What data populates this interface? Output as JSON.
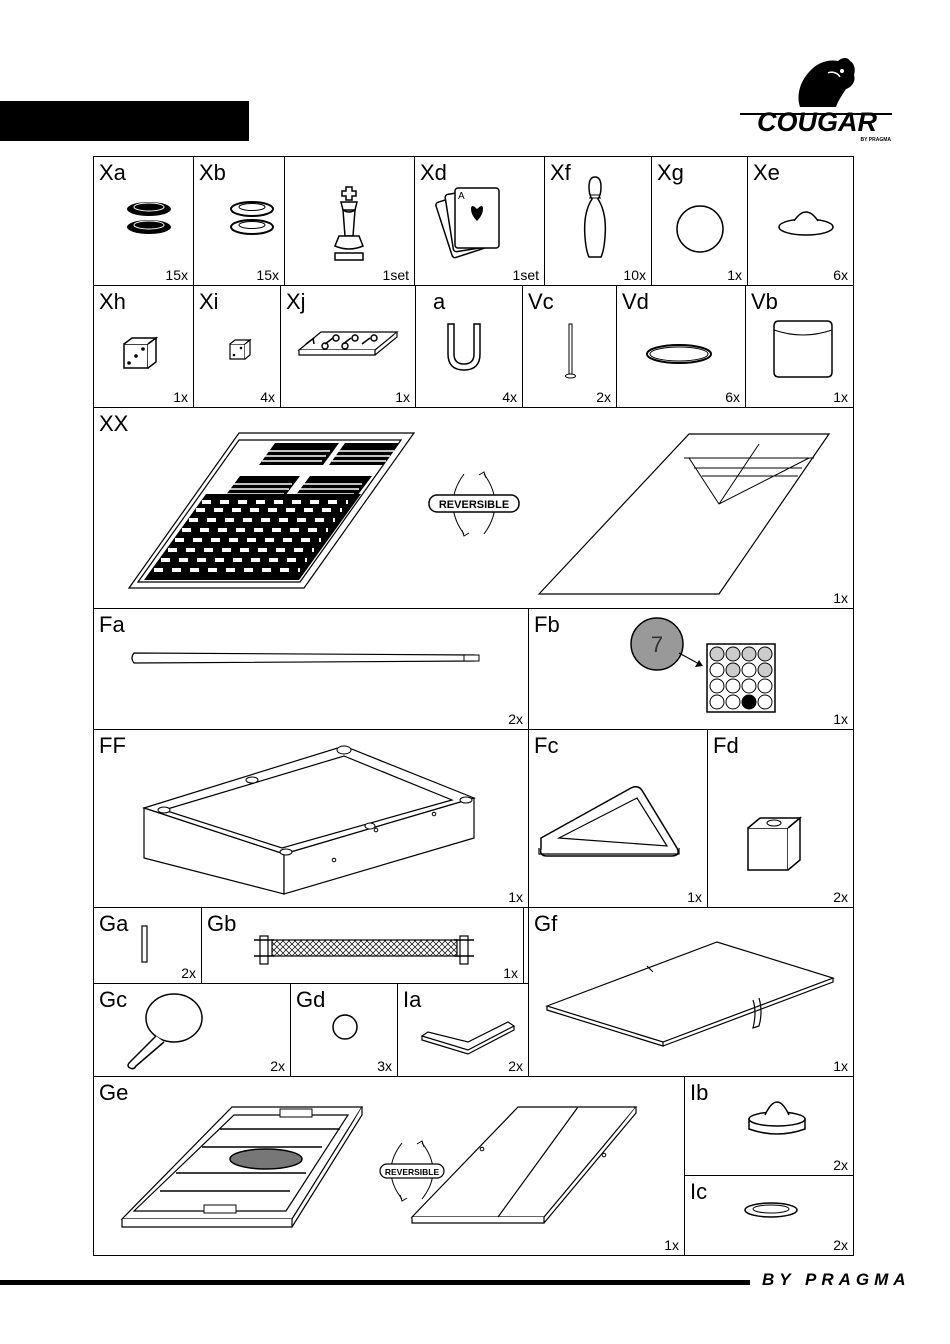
{
  "header": {
    "brand": "COUGAR",
    "brand_sub": "BY PRAGMA"
  },
  "parts": [
    {
      "id": "xa",
      "label": "Xa",
      "qty": "15x"
    },
    {
      "id": "xb",
      "label": "Xb",
      "qty": "15x"
    },
    {
      "id": "chess",
      "label": "",
      "qty": "1set"
    },
    {
      "id": "xd",
      "label": "Xd",
      "qty": "1set"
    },
    {
      "id": "xf",
      "label": "Xf",
      "qty": "10x"
    },
    {
      "id": "xg",
      "label": "Xg",
      "qty": "1x"
    },
    {
      "id": "xe",
      "label": "Xe",
      "qty": "6x"
    },
    {
      "id": "xh",
      "label": "Xh",
      "qty": "1x"
    },
    {
      "id": "xi",
      "label": "Xi",
      "qty": "4x"
    },
    {
      "id": "xj",
      "label": "Xj",
      "qty": "1x"
    },
    {
      "id": "a",
      "label": "a",
      "qty": "4x"
    },
    {
      "id": "vc",
      "label": "Vc",
      "qty": "2x"
    },
    {
      "id": "vd",
      "label": "Vd",
      "qty": "6x"
    },
    {
      "id": "vb",
      "label": "Vb",
      "qty": "1x"
    },
    {
      "id": "xx",
      "label": "XX",
      "qty": "1x"
    },
    {
      "id": "fa",
      "label": "Fa",
      "qty": "2x"
    },
    {
      "id": "fb",
      "label": "Fb",
      "qty": "1x"
    },
    {
      "id": "ff",
      "label": "FF",
      "qty": "1x"
    },
    {
      "id": "fc",
      "label": "Fc",
      "qty": "1x"
    },
    {
      "id": "fd",
      "label": "Fd",
      "qty": "2x"
    },
    {
      "id": "ga",
      "label": "Ga",
      "qty": "2x"
    },
    {
      "id": "gb",
      "label": "Gb",
      "qty": "1x"
    },
    {
      "id": "gf",
      "label": "Gf",
      "qty": "1x"
    },
    {
      "id": "gc",
      "label": "Gc",
      "qty": "2x"
    },
    {
      "id": "gd",
      "label": "Gd",
      "qty": "3x"
    },
    {
      "id": "ia",
      "label": "Ia",
      "qty": "2x"
    },
    {
      "id": "ge",
      "label": "Ge",
      "qty": "1x"
    },
    {
      "id": "ib",
      "label": "Ib",
      "qty": "2x"
    },
    {
      "id": "ic",
      "label": "Ic",
      "qty": "2x"
    }
  ],
  "labels": {
    "reversible": "REVERSIBLE",
    "ball_number": "7",
    "card_rank": "A"
  },
  "footer": {
    "text": "BY PRAGMA"
  }
}
